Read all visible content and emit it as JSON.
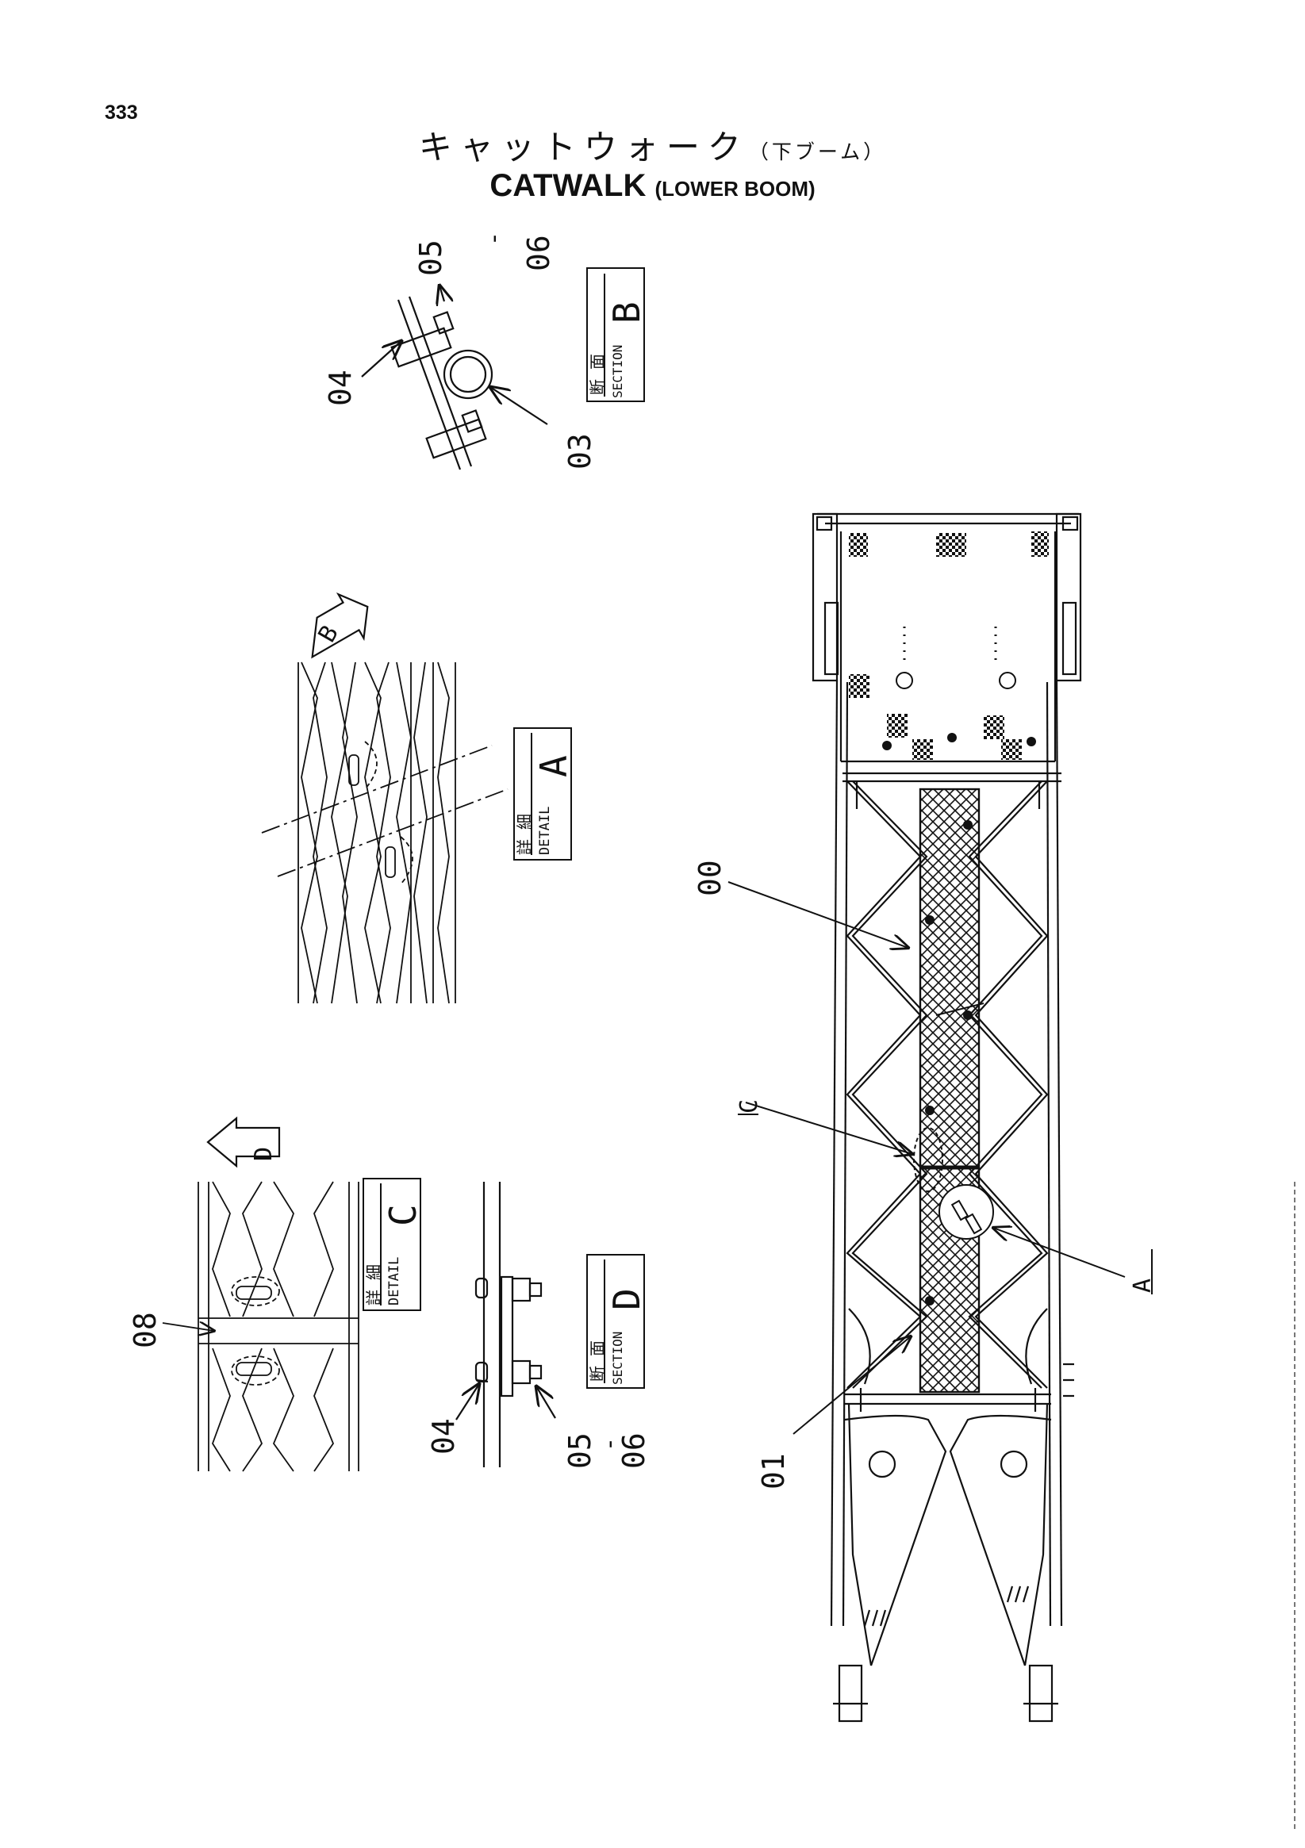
{
  "page": {
    "number": "333",
    "title_jp": "キャットウォーク",
    "title_jp_sub": "（下ブーム）",
    "title_en": "CATWALK",
    "title_en_sub": "(LOWER BOOM)"
  },
  "callouts": {
    "p00": "00",
    "p01": "01",
    "p03": "03",
    "p04_b": "04",
    "p04_d": "04",
    "p05_06_b": [
      "05",
      "-",
      "06"
    ],
    "p05_06_d": [
      "05",
      "-",
      "06"
    ],
    "p08": "08",
    "ref_a": "A",
    "ref_c": "C"
  },
  "view_labels": {
    "section_b": {
      "jp": "断 面",
      "en": "SECTION",
      "letter": "B"
    },
    "detail_a": {
      "jp": "詳 細",
      "en": "DETAIL",
      "letter": "A"
    },
    "detail_c": {
      "jp": "詳 細",
      "en": "DETAIL",
      "letter": "C"
    },
    "section_d": {
      "jp": "断 面",
      "en": "SECTION",
      "letter": "D"
    }
  },
  "view_arrows": {
    "arrow_b": "B",
    "arrow_d": "D"
  }
}
